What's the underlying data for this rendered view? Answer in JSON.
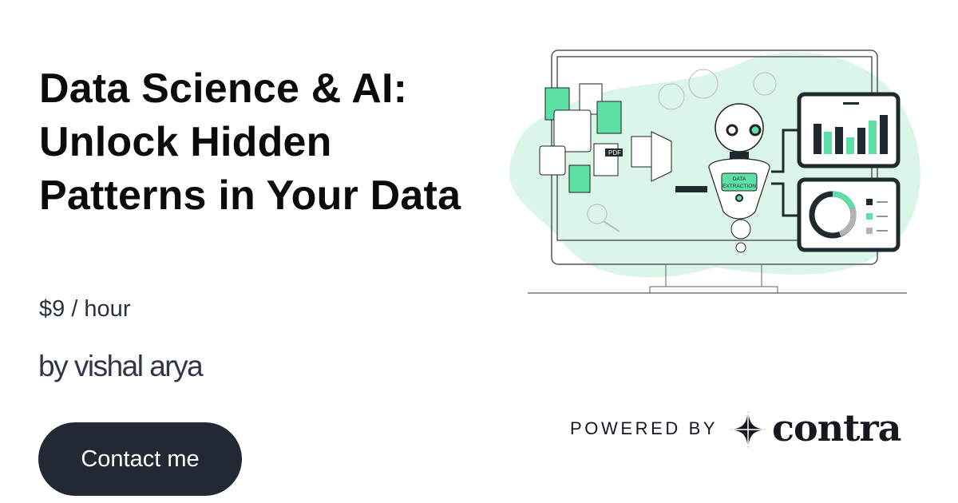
{
  "card": {
    "title": "Data Science & AI: Unlock Hidden Patterns in Your Data",
    "price": "$9 / hour",
    "author": "by vishal arya",
    "cta_label": "Contact me"
  },
  "footer": {
    "powered_by": "POWERED BY",
    "brand_name": "contra",
    "brand_icon": "four-point-star-icon"
  },
  "illustration": {
    "robot_label_line1": "DATA",
    "robot_label_line2": "EXTRACTION",
    "pdf_label": "PDF",
    "colors": {
      "accent": "#5ce0a6",
      "blob": "#dbf6e9",
      "dark": "#1f2a2e",
      "gray": "#b3b3b3"
    }
  }
}
